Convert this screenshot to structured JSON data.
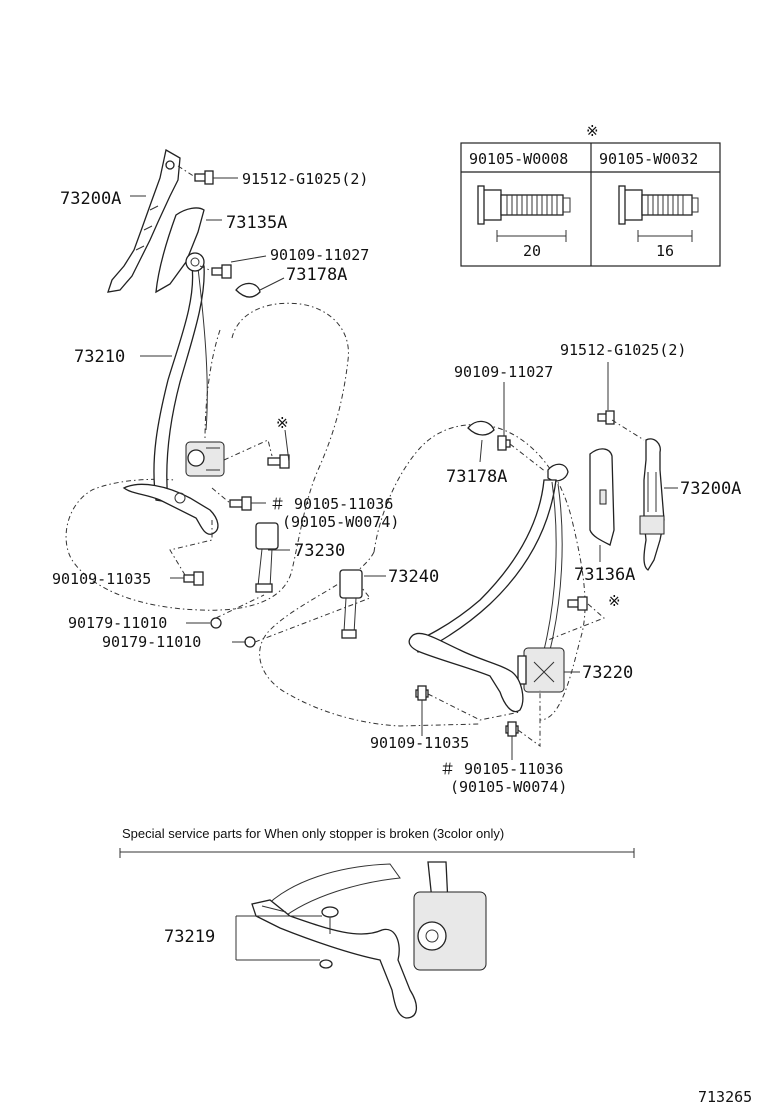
{
  "labels": {
    "l_73200a_left": "73200A",
    "l_91512_left": "91512-G1025(2)",
    "l_73135a": "73135A",
    "l_90109_11027_left": "90109-11027",
    "l_73178a_left": "73178A",
    "l_73210": "73210",
    "l_mark_left": "※",
    "l_90105_11036_left": "＃ 90105-11036",
    "l_90105_w0074_left": "(90105-W0074)",
    "l_73230": "73230",
    "l_90109_11035_left": "90109-11035",
    "l_90179_a": "90179-11010",
    "l_90179_b": "90179-11010",
    "l_73240": "73240",
    "l_91512_right": "91512-G1025(2)",
    "l_90109_11027_right": "90109-11027",
    "l_73178a_right": "73178A",
    "l_73200a_right": "73200A",
    "l_73136a": "73136A",
    "l_mark_right": "※",
    "l_73220": "73220",
    "l_90109_11035_right": "90109-11035",
    "l_90105_11036_right": "＃ 90105-11036",
    "l_90105_w0074_right": "(90105-W0074)",
    "l_73219": "73219",
    "ref_code": "713265"
  },
  "bolt_table": {
    "mark": "※",
    "col1_part": "90105-W0008",
    "col2_part": "90105-W0032",
    "col1_length": "20",
    "col2_length": "16"
  },
  "service_note": "Special service parts for When only stopper is broken (3color only)"
}
